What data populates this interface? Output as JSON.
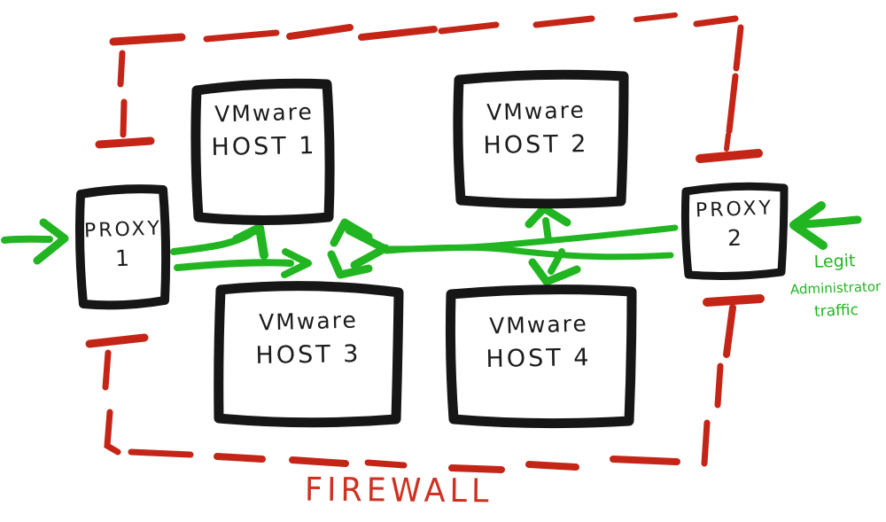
{
  "nodes": {
    "proxy1": {
      "line1": "PROXY",
      "line2": "1"
    },
    "proxy2": {
      "line1": "PROXY",
      "line2": "2"
    },
    "host1": {
      "line1": "VMware",
      "line2": "HOST 1"
    },
    "host2": {
      "line1": "VMware",
      "line2": "HOST 2"
    },
    "host3": {
      "line1": "VMware",
      "line2": "HOST 3"
    },
    "host4": {
      "line1": "VMware",
      "line2": "HOST 4"
    }
  },
  "labels": {
    "firewall": "FIREWALL",
    "admin_traffic": {
      "line1": "Legit",
      "line2": "Administrator",
      "line3": "traffic"
    }
  },
  "colors": {
    "firewall_red": "#c42517",
    "traffic_green": "#22b522",
    "box_black": "#161616"
  }
}
